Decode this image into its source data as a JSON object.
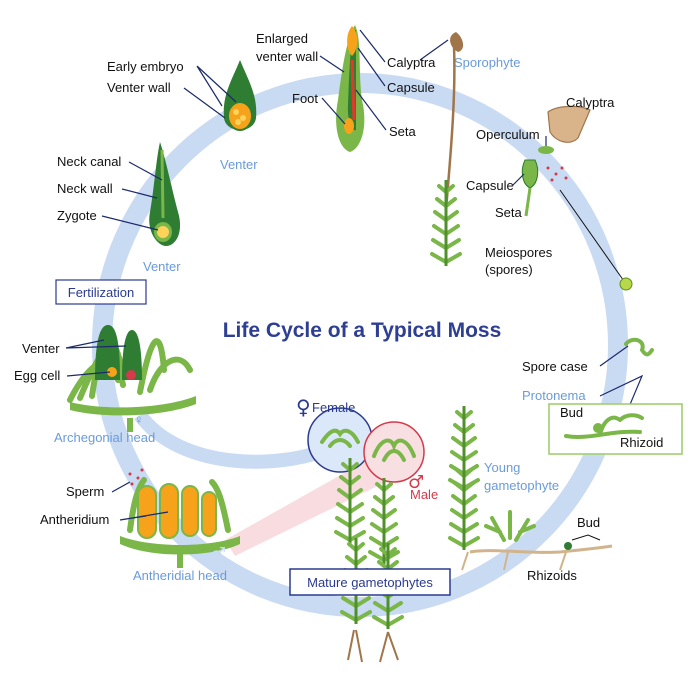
{
  "title": "Life Cycle of a Typical Moss",
  "labels": {
    "early_embryo": "Early embryo",
    "venter_wall": "Venter wall",
    "venter_top": "Venter",
    "enlarged_line1": "Enlarged",
    "enlarged_line2": "venter wall",
    "foot": "Foot",
    "calyptra_top": "Calyptra",
    "capsule_top": "Capsule",
    "seta_top": "Seta",
    "sporophyte": "Sporophyte",
    "calyptra_right": "Calyptra",
    "operculum": "Operculum",
    "capsule_right": "Capsule",
    "seta_right": "Seta",
    "meiospores_line1": "Meiospores",
    "meiospores_line2": "(spores)",
    "neck_canal": "Neck canal",
    "neck_wall": "Neck wall",
    "zygote": "Zygote",
    "venter_left": "Venter",
    "fertilization": "Fertilization",
    "venter_arch": "Venter",
    "egg_cell": "Egg cell",
    "archegonial_head": "Archegonial head",
    "spore_case": "Spore case",
    "protonema": "Protonema",
    "bud_protonema": "Bud",
    "rhizoid": "Rhizoid",
    "female": "Female",
    "male": "Male",
    "young_line1": "Young",
    "young_line2": "gametophyte",
    "sperm": "Sperm",
    "antheridium": "Antheridium",
    "antheridial_head": "Antheridial head",
    "mature_gametophytes": "Mature gametophytes",
    "bud_young": "Bud",
    "rhizoids": "Rhizoids"
  },
  "symbols": {
    "female": "♀",
    "male": "♂"
  },
  "colors": {
    "cycle": "#c9daf3",
    "title": "#2d3e93",
    "label_blue": "#6a9bd8",
    "navy": "#2b3a8f",
    "male_red": "#d43a4a",
    "plant_green": "#7ab648",
    "dark_green": "#2e7d32",
    "orange": "#f6a21a",
    "brown": "#a0754a"
  }
}
